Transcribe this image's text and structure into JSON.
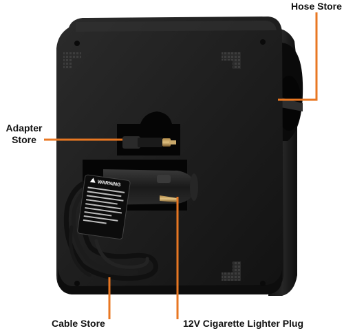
{
  "labels": {
    "hose_store": "Hose Store",
    "adapter_store_line1": "Adapter",
    "adapter_store_line2": "Store",
    "cable_store": "Cable Store",
    "cigarette_plug": "12V Cigarette Lighter Plug"
  },
  "warning_tag": {
    "heading": "WARNING",
    "icon": "warning-triangle-icon"
  },
  "colors": {
    "callout": "#e87722",
    "device_body": "#1c1c1c",
    "background": "#ffffff"
  }
}
